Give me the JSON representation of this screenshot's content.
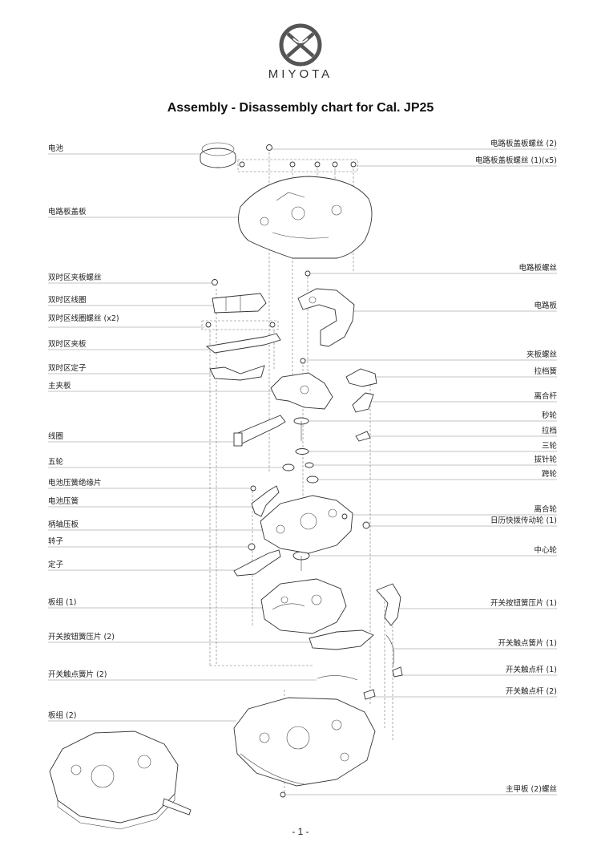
{
  "header": {
    "brand": "MIYOTA",
    "title": "Assembly - Disassembly chart for Cal. JP25"
  },
  "labels_left": [
    "电池",
    "电路板盖板",
    "双时区夹板螺丝",
    "双时区线圈",
    "双时区线圈螺丝 (x2)",
    "双时区夹板",
    "双时区定子",
    "主夹板",
    "线圈",
    "五轮",
    "电池压簧绝缘片",
    "电池压簧",
    "柄轴压板",
    "转子",
    "定子",
    "板组 (1)",
    "开关按钮簧压片 (2)",
    "开关触点簧片 (2)",
    "板组 (2)"
  ],
  "labels_right": [
    "电路板盖板螺丝 (2)",
    "电路板盖板螺丝 (1)(x5)",
    "电路板螺丝",
    "电路板",
    "夹板螺丝",
    "拉档簧",
    "离合杆",
    "秒轮",
    "拉档",
    "三轮",
    "拔针轮",
    "跨轮",
    "离合轮",
    "日历快拨传动轮 (1)",
    "中心轮",
    "开关按钮簧压片 (1)",
    "开关触点簧片 (1)",
    "开关触点杆 (1)",
    "开关触点杆 (2)",
    "主甲板 (2)螺丝"
  ],
  "footer": {
    "page": "- 1 -"
  }
}
